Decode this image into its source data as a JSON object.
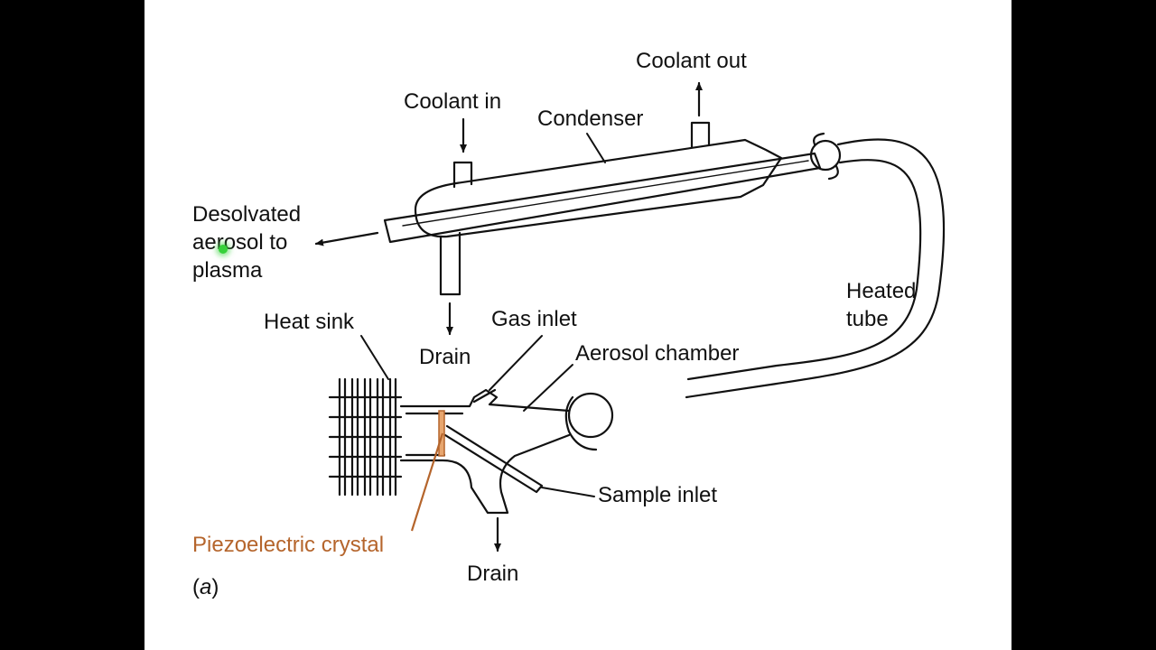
{
  "labels": {
    "coolant_out": "Coolant out",
    "coolant_in": "Coolant in",
    "condenser": "Condenser",
    "desolvated_1": "Desolvated",
    "desolvated_2": "aerosol to",
    "desolvated_3": "plasma",
    "heated_1": "Heated",
    "heated_2": "tube",
    "heat_sink": "Heat sink",
    "gas_inlet": "Gas inlet",
    "drain_top": "Drain",
    "aerosol_chamber": "Aerosol chamber",
    "sample_inlet": "Sample inlet",
    "piezo": "Piezoelectric crystal",
    "drain_bottom": "Drain",
    "figure_open": "(",
    "figure_letter": "a",
    "figure_close": ")"
  },
  "colors": {
    "piezo": "#b5652c",
    "cursor": "#36d13a"
  }
}
